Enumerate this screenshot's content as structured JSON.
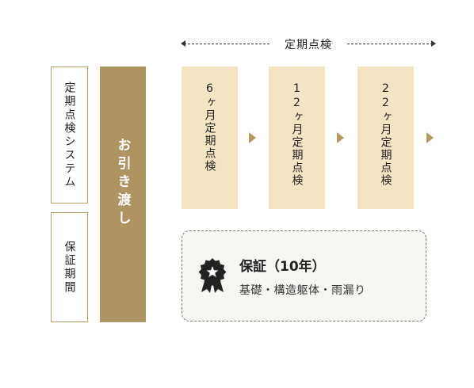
{
  "span_label": "定期点検",
  "labels": {
    "system": "定期点検システム",
    "warranty_period": "保証期間"
  },
  "handover": "お引き渡し",
  "inspections": [
    {
      "months": "6",
      "text": "ヶ月定期点検"
    },
    {
      "months": "12",
      "text": "ヶ月定期点検"
    },
    {
      "months": "22",
      "text": "ヶ月定期点検"
    }
  ],
  "warranty": {
    "title": "保証（10年）",
    "items": "基礎・構造躯体・雨漏り",
    "icon": "award-badge-icon"
  },
  "colors": {
    "gold": "#ae9461",
    "light_gold": "#f3e4c4",
    "arrow": "#b8995c",
    "warranty_bg": "#f7f6f3"
  }
}
